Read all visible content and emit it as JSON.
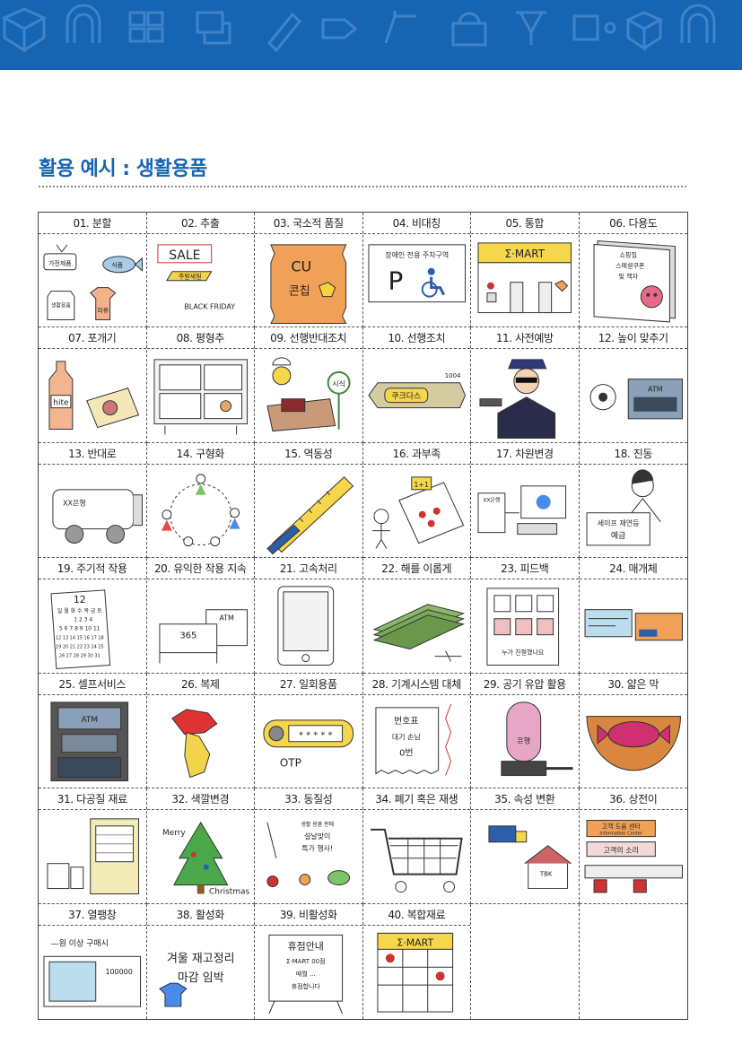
{
  "header": {
    "title": "활용 예시 : 생활용품",
    "banner_color": "#1565b3"
  },
  "principles": [
    {
      "label": "01. 분할",
      "icon": "divided-products-drawing"
    },
    {
      "label": "02. 추출",
      "icon": "sale-sign-drawing"
    },
    {
      "label": "03. 국소적 품질",
      "icon": "cu-snack-bag-drawing"
    },
    {
      "label": "04. 비대칭",
      "icon": "disabled-parking-sign-drawing"
    },
    {
      "label": "05. 통합",
      "icon": "emart-store-drawing"
    },
    {
      "label": "06. 다용도",
      "icon": "magazine-drawing"
    },
    {
      "label": "07. 포개기",
      "icon": "hite-bottle-drawing"
    },
    {
      "label": "08. 평형추",
      "icon": "notice-board-drawing"
    },
    {
      "label": "09. 선행반대조치",
      "icon": "food-sampling-drawing"
    },
    {
      "label": "10. 선행조치",
      "icon": "candy-bar-drawing"
    },
    {
      "label": "11. 사전예방",
      "icon": "security-guard-drawing"
    },
    {
      "label": "12. 높이 맞추기",
      "icon": "atm-height-drawing"
    },
    {
      "label": "13. 반대로",
      "icon": "delivery-truck-drawing"
    },
    {
      "label": "14. 구형화",
      "icon": "people-circle-drawing"
    },
    {
      "label": "15. 역동성",
      "icon": "measuring-pen-drawing"
    },
    {
      "label": "16. 과부족",
      "icon": "one-plus-one-drawing"
    },
    {
      "label": "17. 차원변경",
      "icon": "online-store-drawing"
    },
    {
      "label": "18. 진동",
      "icon": "bank-clerk-drawing"
    },
    {
      "label": "19. 주기적 작용",
      "icon": "calendar-drawing"
    },
    {
      "label": "20. 유익한 작용 지속",
      "icon": "atm-365-drawing"
    },
    {
      "label": "21. 고속처리",
      "icon": "tablet-drawing"
    },
    {
      "label": "22. 해를 이롭게",
      "icon": "banknotes-drawing"
    },
    {
      "label": "23. 피드백",
      "icon": "feedback-board-drawing"
    },
    {
      "label": "24. 매개체",
      "icon": "bank-cards-drawing"
    },
    {
      "label": "25. 셀프서비스",
      "icon": "atm-machine-drawing"
    },
    {
      "label": "26. 복제",
      "icon": "korea-map-drawing"
    },
    {
      "label": "27. 일회용품",
      "icon": "otp-device-drawing"
    },
    {
      "label": "28. 기계시스템 대체",
      "icon": "number-ticket-drawing"
    },
    {
      "label": "29. 공기 유압 활용",
      "icon": "pneumatic-tube-drawing"
    },
    {
      "label": "30. 얇은 막",
      "icon": "candy-bowl-drawing"
    },
    {
      "label": "31. 다공질 재료",
      "icon": "vending-machine-drawing"
    },
    {
      "label": "32. 색깔변경",
      "icon": "christmas-tree-drawing"
    },
    {
      "label": "33. 동질성",
      "icon": "cooking-ingredients-drawing"
    },
    {
      "label": "34. 폐기 혹은 재생",
      "icon": "shopping-cart-drawing"
    },
    {
      "label": "35. 속성 변환",
      "icon": "moving-truck-drawing"
    },
    {
      "label": "36. 상전이",
      "icon": "information-center-drawing"
    },
    {
      "label": "37. 열팽창",
      "icon": "gift-voucher-drawing"
    },
    {
      "label": "38. 활성화",
      "icon": "winter-sale-drawing"
    },
    {
      "label": "39. 비활성화",
      "icon": "closing-notice-drawing"
    },
    {
      "label": "40. 복합재료",
      "icon": "emart-floor-drawing"
    },
    {
      "label": "",
      "icon": ""
    },
    {
      "label": "",
      "icon": ""
    }
  ],
  "art_text": {
    "c1_a": "가전제품",
    "c1_b": "식품",
    "c1_c": "생활용품",
    "c1_d": "의류",
    "c2_sale": "SALE",
    "c2_box": "주말세일",
    "c2_bf": "BLACK FRIDAY",
    "c3_cu": "CU",
    "c3_kon": "콘칩",
    "c4_sign": "장애인 전용 주차구역",
    "c4_p": "P",
    "c5_mart": "Σ·MART",
    "c6_mag": "쇼핑집",
    "c6_mag2": "스페셜쿠폰",
    "c6_mag3": "및 책자",
    "c7_brand": "hite",
    "c9_tag": "시식",
    "c10_candy": "쿠크다스",
    "c10_num": "1004",
    "c12_atm": "ATM",
    "c13_truck": "XX은행",
    "c16_plus": "1+1",
    "c17_bank": "XX은행",
    "c18_sign": "세이프 재연등",
    "c18_sign2": "예금",
    "c19_month": "12",
    "c19_days": "일 월 화 수 목 금 토",
    "c19_row1": "1 2 3 4",
    "c19_row2": "5 6 7 8 9 10 11",
    "c19_row3": "12 13 14 15 16 17 18",
    "c19_row4": "19 20 21 22 23 24 25",
    "c19_row5": "26 27 28 29 30 31",
    "c20_atm": "ATM",
    "c20_365": "365",
    "c23_text": "누가 친절했나요",
    "c25_atm": "ATM",
    "c27_stars": "* * * * *",
    "c27_otp": "OTP",
    "c28_l1": "번호표",
    "c28_l2": "대기 손님",
    "c28_l3": "0번",
    "c29_text": "은행",
    "c32_merry": "Merry",
    "c32_xmas": "Christmas",
    "c33_text": "생활 용품 판매",
    "c33_text2": "설날맞이",
    "c33_text3": "특가 행사!",
    "c35_text": "TBK",
    "c36_l1": "고객 도움 센터",
    "c36_l2": "Information Center",
    "c36_l3": "고객의 소리",
    "c37_l1": "—원 이상 구매시",
    "c37_l2": "100000",
    "c38_l1": "겨울 재고정리",
    "c38_l2": "마감 임박",
    "c39_l1": "휴점안내",
    "c39_l2": "Σ·MART 00점",
    "c39_l3": "매월 ...",
    "c39_l4": "휴점합니다",
    "c40_mart": "Σ·MART"
  }
}
